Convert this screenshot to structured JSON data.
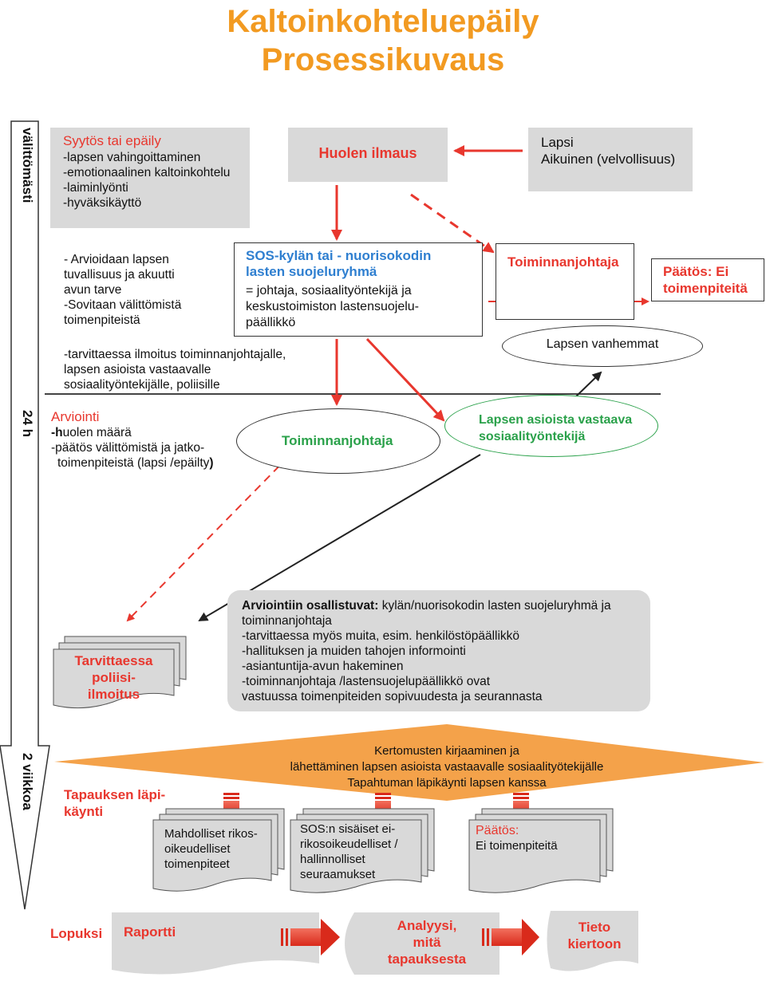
{
  "title": {
    "line1": "Kaltoinkohteluepäily",
    "line2": "Prosessikuvaus"
  },
  "timeline": {
    "immediately": "välittömästi",
    "h24": "24 h",
    "weeks2": "2 viikkoa"
  },
  "suspicion": {
    "heading": "Syytös tai epäily",
    "items": [
      "-lapsen vahingoittaminen",
      "-emotionaalinen kaltoinkohtelu",
      "-laiminlyönti",
      "-hyväksikäyttö"
    ]
  },
  "concern_report": "Huolen ilmaus",
  "reporter": {
    "line1": "Lapsi",
    "line2": "Aikuinen (velvollisuus)"
  },
  "assessment_notes": {
    "lines": [
      "- Arvioidaan lapsen",
      "tuvallisuus ja akuutti",
      "avun tarve",
      "-Sovitaan välittömistä",
      "toimenpiteistä"
    ]
  },
  "sos_group": {
    "title_line1": "SOS-kylän tai - nuorisokodin",
    "title_line2": "lasten suojeluryhmä",
    "body_line1": "= johtaja, sosiaalityöntekijä ja",
    "body_line2": "keskustoimiston lastensuojelu-",
    "body_line3": "päällikkö"
  },
  "director_box": "Toiminnanjohtaja",
  "decision_none": {
    "line1": "Päätös: Ei",
    "line2": "toimenpiteitä"
  },
  "parents": "Lapsen vanhemmat",
  "notify_notes": {
    "lines": [
      "-tarvittaessa ilmoitus toiminnanjohtajalle,",
      "lapsen asioista vastaavalle",
      "sosiaalityöntekijälle, poliisille"
    ]
  },
  "evaluation": {
    "heading": "Arviointi",
    "line1_bold": "-h",
    "line1_rest": "uolen määrä",
    "line2": "-päätös välittömistä ja jatko-",
    "line3": "toimenpiteistä (lapsi /epäilty",
    "line3_end": ")"
  },
  "director_ellipse": "Toiminnanjohtaja",
  "social_worker": {
    "line1": "Lapsen asioista vastaava",
    "line2": "sosiaalityöntekijä"
  },
  "participants": {
    "heading": "Arviointiin osallistuvat:",
    "heading_rest": " kylän/nuorisokodin lasten suojeluryhmä ja",
    "lines": [
      "toiminnanjohtaja",
      "-tarvittaessa myös muita, esim. henkilöstöpäällikkö",
      "-hallituksen ja muiden tahojen informointi",
      "-asiantuntija-avun hakeminen",
      "-toiminnanjohtaja /lastensuojelupäällikkö ovat",
      "vastuussa toimenpiteiden sopivuudesta ja seurannasta"
    ]
  },
  "police_report": {
    "line1": "Tarvittaessa",
    "line2": "poliisi-",
    "line3": "ilmoitus"
  },
  "diamond": {
    "line1": "Kertomusten kirjaaminen ja",
    "line2": "lähettäminen lapsen asioista vastaavalle sosiaalityötekijälle",
    "line3": "Tapahtuman läpikäynti lapsen kanssa"
  },
  "case_review": {
    "line1": "Tapauksen läpi-",
    "line2": "käynti"
  },
  "outcome_criminal": {
    "line1": "Mahdolliset rikos-",
    "line2": "oikeudelliset",
    "line3": "toimenpiteet"
  },
  "outcome_internal": {
    "line1": "SOS:n sisäiset ei-",
    "line2": "rikosoikeudelliset /",
    "line3": "hallinnolliset",
    "line4": "seuraamukset"
  },
  "outcome_decision": {
    "line1": "Päätös:",
    "line2": "Ei toimenpiteitä"
  },
  "finally": "Lopuksi",
  "report": "Raportti",
  "analysis": {
    "line1": "Analyysi,",
    "line2": "mitä",
    "line3": "tapauksesta"
  },
  "knowledge": {
    "line1": "Tieto",
    "line2": "kiertoon"
  },
  "colors": {
    "accent_red": "#e8372e",
    "title_orange": "#f29a21",
    "diamond_orange": "#f4a24a",
    "box_gray": "#d9d9d9",
    "ellipse_green": "#2aa14a"
  }
}
